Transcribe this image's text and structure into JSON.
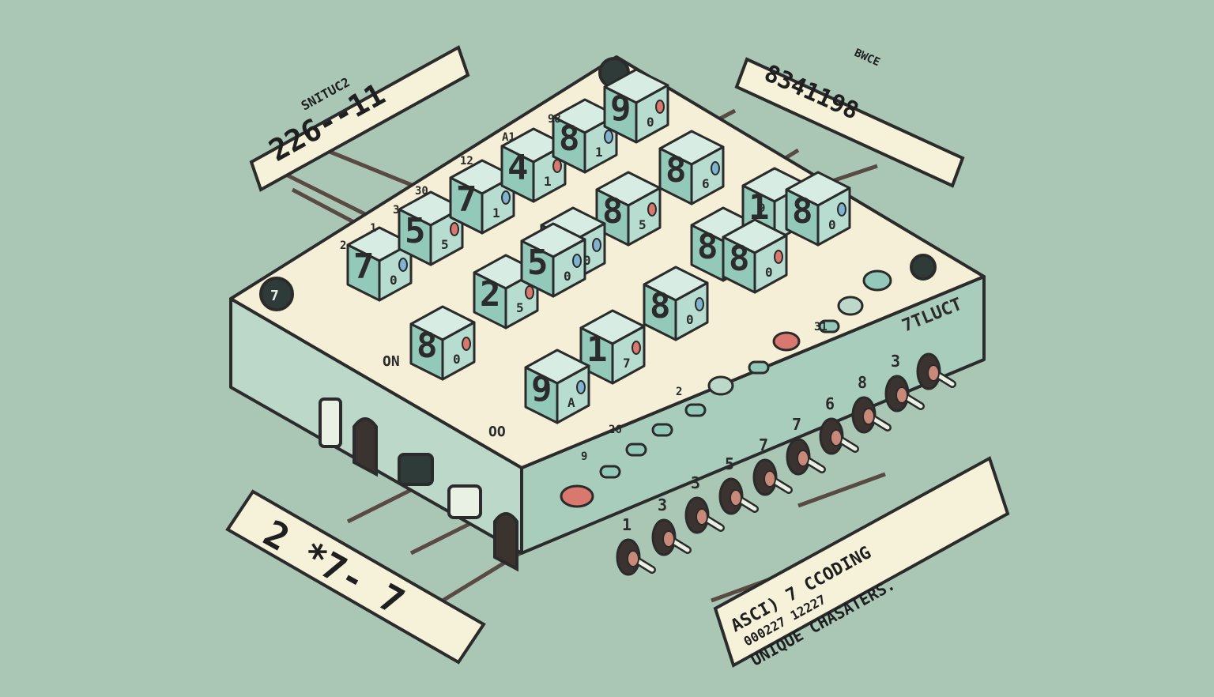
{
  "colors": {
    "background": "#a9c7b4",
    "device_top": "#f4efd6",
    "device_side": "#bcd8c8",
    "outline": "#2b2b2b",
    "key_front": "#93c9b8",
    "key_top": "#d7ece2",
    "accent_red": "#d9786f",
    "accent_blue": "#7fb3cf",
    "label_card": "#f6f1d9",
    "wire": "#c88978"
  },
  "labels": {
    "top_left_caption": "SNITUC2",
    "top_left_value": "226--11",
    "top_right_caption": "BWCE",
    "top_right_value": "8341198",
    "bottom_left_value": "2 *7- 7",
    "bottom_right_line1": "ASCI) 7 CCODING",
    "bottom_right_line2": "000227 12227",
    "bottom_right_line3": "UNIQUE CHASATERS."
  },
  "device": {
    "on_label": "ON",
    "oo_label": "OO",
    "tluct_label": "7TLUCT",
    "corner_badge": "7",
    "small_marks": [
      "2",
      "1",
      "3",
      "30",
      "12",
      "A1",
      "98",
      "9",
      "26",
      "2",
      "31",
      "9"
    ]
  },
  "keys": [
    {
      "digit": "7",
      "sub": "0"
    },
    {
      "digit": "5",
      "sub": "5"
    },
    {
      "digit": "7",
      "sub": "1"
    },
    {
      "digit": "4",
      "sub": "1"
    },
    {
      "digit": "8",
      "sub": "1"
    },
    {
      "digit": "9",
      "sub": "0"
    },
    {
      "digit": "8",
      "sub": "6"
    },
    {
      "digit": "8",
      "sub": "5"
    },
    {
      "digit": "8",
      "sub": "0"
    },
    {
      "digit": "2",
      "sub": "5"
    },
    {
      "digit": "5",
      "sub": "0"
    },
    {
      "digit": "8",
      "sub": "0"
    },
    {
      "digit": "8",
      "sub": "0"
    },
    {
      "digit": "1",
      "sub": "0"
    },
    {
      "digit": "8",
      "sub": "0"
    },
    {
      "digit": "1",
      "sub": "7"
    },
    {
      "digit": "8",
      "sub": "0"
    },
    {
      "digit": "8",
      "sub": "0"
    },
    {
      "digit": "9",
      "sub": "A"
    }
  ],
  "port_numbers": [
    "1",
    "3",
    "3",
    "5",
    "7",
    "7",
    "6",
    "8",
    "3"
  ]
}
